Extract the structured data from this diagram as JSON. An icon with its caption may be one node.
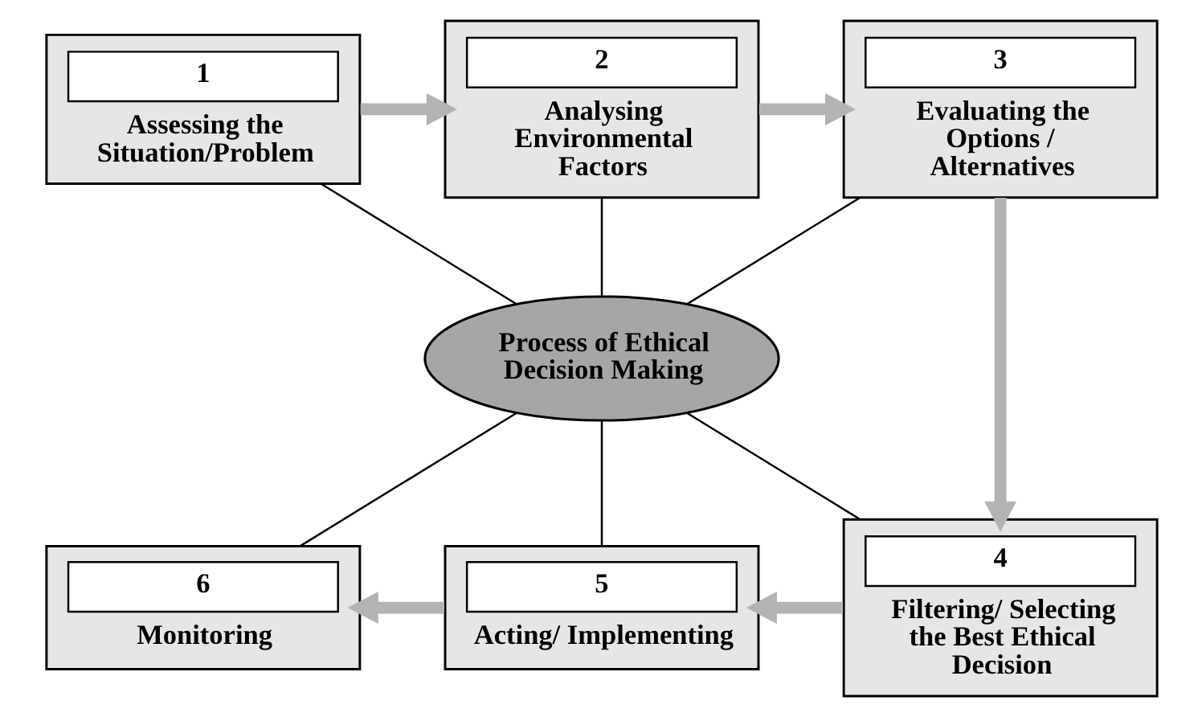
{
  "diagram": {
    "nodes": [
      {
        "text": [
          "1",
          "Assessing the Situation/Problem"
        ]
      },
      {
        "text": [
          "2",
          "Analysing Environmental Factors"
        ]
      },
      {
        "text": [
          "3",
          "Evaluating the Options / Alternatives"
        ]
      },
      {
        "text": [
          "Process of Ethical Decision Making"
        ]
      },
      {
        "text": [
          "6",
          "Monitoring"
        ]
      },
      {
        "text": [
          "5",
          "Acting/ Implementing"
        ]
      },
      {
        "text": [
          "4",
          "Filtering/ Selecting the Best Ethical Decision"
        ]
      }
    ],
    "edges": [
      {
        "from": 0,
        "to": 1,
        "arrow": "to",
        "style": "thick",
        "color": "#b3b3b3"
      },
      {
        "from": 1,
        "to": 2,
        "arrow": "to",
        "style": "thick",
        "color": "#b3b3b3"
      },
      {
        "from": 2,
        "to": 6,
        "arrow": "to",
        "style": "thick",
        "color": "#b3b3b3"
      },
      {
        "from": 6,
        "to": 5,
        "arrow": "to",
        "style": "thick",
        "color": "#b3b3b3"
      },
      {
        "from": 5,
        "to": 4,
        "arrow": "to",
        "style": "thick",
        "color": "#b3b3b3"
      },
      {
        "from": 3,
        "to": 0,
        "arrow": "none"
      },
      {
        "from": 3,
        "to": 1,
        "arrow": "none"
      },
      {
        "from": 3,
        "to": 2,
        "arrow": "none"
      },
      {
        "from": 3,
        "to": 4,
        "arrow": "none"
      },
      {
        "from": 3,
        "to": 5,
        "arrow": "none"
      },
      {
        "from": 3,
        "to": 6,
        "arrow": "none"
      }
    ]
  }
}
